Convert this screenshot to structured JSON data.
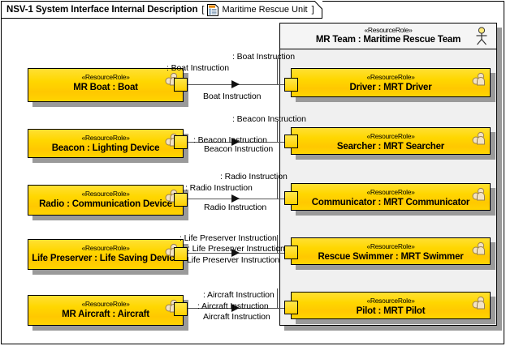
{
  "diagram": {
    "title": "NSV-1 System Interface Internal Description",
    "bracket_open": "[",
    "bracket_close": "]",
    "context_name": "Maritime Rescue Unit",
    "context_icon": "document-icon"
  },
  "container": {
    "stereotype": "«ResourceRole»",
    "name": "MR Team : Maritime Rescue Team",
    "actor_icon": "actor-icon"
  },
  "stereotype": "«ResourceRole»",
  "left_nodes": [
    {
      "stereotype": "«ResourceRole»",
      "name": "MR Boat : Boat",
      "icon": "resource-role-icon"
    },
    {
      "stereotype": "«ResourceRole»",
      "name": "Beacon : Lighting Device",
      "icon": "resource-role-icon"
    },
    {
      "stereotype": "«ResourceRole»",
      "name": "Radio : Communication Device",
      "icon": "resource-role-icon"
    },
    {
      "stereotype": "«ResourceRole»",
      "name": "Life Preserver : Life Saving Device",
      "icon": "resource-role-icon"
    },
    {
      "stereotype": "«ResourceRole»",
      "name": "MR Aircraft : Aircraft",
      "icon": "resource-role-icon"
    }
  ],
  "right_nodes": [
    {
      "stereotype": "«ResourceRole»",
      "name": "Driver : MRT Driver",
      "icon": "resource-role-icon"
    },
    {
      "stereotype": "«ResourceRole»",
      "name": "Searcher : MRT Searcher",
      "icon": "resource-role-icon"
    },
    {
      "stereotype": "«ResourceRole»",
      "name": "Communicator : MRT Communicator",
      "icon": "resource-role-icon"
    },
    {
      "stereotype": "«ResourceRole»",
      "name": "Rescue Swimmer : MRT Swimmer",
      "icon": "resource-role-icon"
    },
    {
      "stereotype": "«ResourceRole»",
      "name": "Pilot : MRT Pilot",
      "icon": "resource-role-icon"
    }
  ],
  "connectors": [
    {
      "id": "boat",
      "target_port_label": ": Boat Instruction",
      "source_port_label": ": Boat Instruction",
      "link_label": "Boat Instruction"
    },
    {
      "id": "beacon",
      "target_port_label": ": Beacon Instruction",
      "source_port_label": ": Beacon Instruction",
      "link_label": "Beacon Instruction"
    },
    {
      "id": "radio",
      "target_port_label": ": Radio Instruction",
      "source_port_label": ": Radio Instruction",
      "link_label": "Radio Instruction"
    },
    {
      "id": "life-preserver",
      "target_port_label": ": Life Preserver Instruction",
      "source_port_label": ": Life Preserver Instruction",
      "link_label": "Life Preserver Instruction"
    },
    {
      "id": "aircraft",
      "target_port_label": ": Aircraft Instruction",
      "source_port_label": ": Aircraft Instruction",
      "link_label": "Aircraft Instruction"
    }
  ],
  "colors": {
    "node_fill_top": "#ffe033",
    "node_fill_bottom": "#ffc800",
    "container_fill": "#f0f0f0",
    "border": "#000000",
    "line": "#555555"
  }
}
